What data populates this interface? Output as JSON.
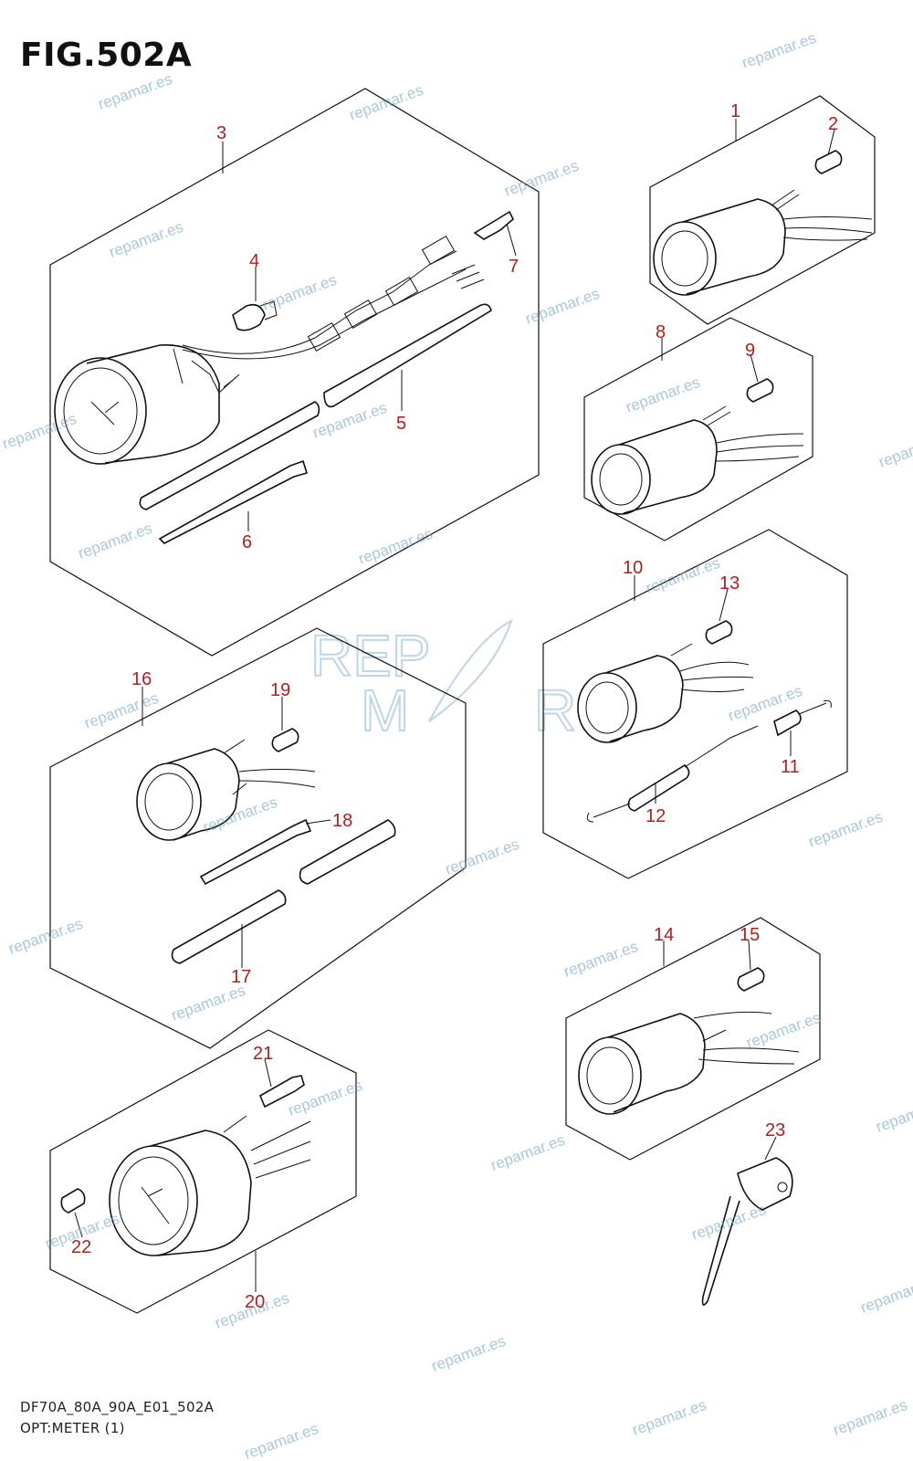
{
  "title": "FIG.502A",
  "footer": {
    "model_code": "DF70A_80A_90A_E01_502A",
    "section": "OPT:METER (1)"
  },
  "watermark": {
    "text": "repamar.es",
    "logo_letters": [
      "REP",
      "M",
      "R"
    ],
    "color": "#6fa3c8"
  },
  "callout_color": "#b71c1c",
  "callouts": [
    "1",
    "2",
    "3",
    "4",
    "5",
    "6",
    "7",
    "8",
    "9",
    "10",
    "11",
    "12",
    "13",
    "14",
    "15",
    "16",
    "17",
    "18",
    "19",
    "20",
    "21",
    "22",
    "23"
  ]
}
